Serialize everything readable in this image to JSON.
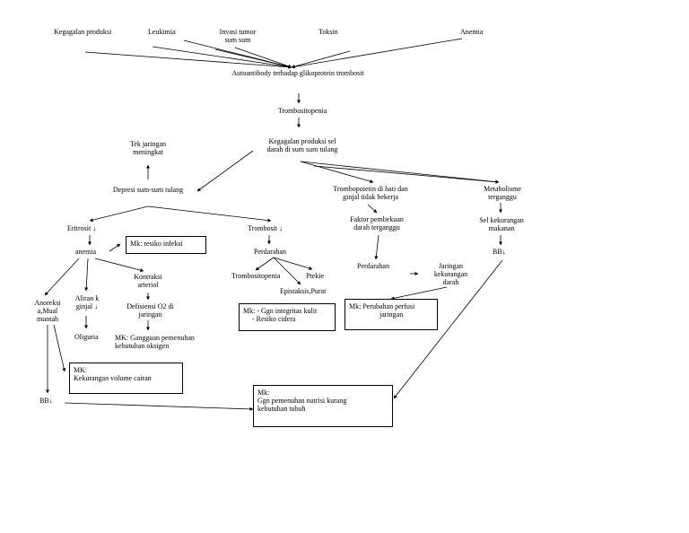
{
  "nodes": {
    "kegagalan_produksi": "Kegagalan produksi",
    "leukimia": "Leukimia",
    "invasi_tumor": [
      "Invasi tumor",
      "sum sum"
    ],
    "toksin": "Toksin",
    "anemia_top": "Anemia",
    "autoantibody": "Autoantibody terhadap glikoprotein trombosit",
    "trombositopenia_main": "Trombositopenia",
    "kegagalan_sel": [
      "Kegagalan produksi sel",
      "darah di sum sum tulang"
    ],
    "tek_jaringan": [
      "Tek jaringan",
      "meningkat"
    ],
    "depresi": "Depresi sum-sum tulang",
    "trombopoietin": [
      "Trombopoietin di hati dan",
      "ginjal tidak bekerja"
    ],
    "metabolisme": [
      "Metabolisme",
      "terganggu"
    ],
    "eritrosit": "Eritrosit ↓",
    "trombosit": "Trombosit ↓",
    "faktor_pembekuan": [
      "Faktor pembekuan",
      "darah terganggu"
    ],
    "sel_kekurangan": [
      "Sel kekurangan",
      "makanan"
    ],
    "anemia_mid": "anemia",
    "perdarahan_left": "Perdarahan",
    "bb_right": "BB↓",
    "trombositopenia_sub": "Trombositopenia",
    "ptekie": "Ptekie",
    "perdarahan_right": "Perdarahan",
    "jaringan_kekurangan": [
      "Jaringan",
      "kekurangan",
      "darah"
    ],
    "kontraksi": [
      "Kontraksi",
      "arteriol"
    ],
    "epistaksis": "Epistaksis,Purat",
    "anoreksia": [
      "Anoreksi",
      "a,Mual",
      "muntah"
    ],
    "aliran_ginjal": [
      "Aliran k",
      "ginjal ↓"
    ],
    "defisiensi": [
      "Defisiensi O2 di",
      "jaringan"
    ],
    "oliguria": "Oliguria",
    "gangguan_o2": [
      "MK: Gangguan pemenuhan",
      "kebutuhan oksigen"
    ],
    "bb_left": "BB↓"
  },
  "boxes": {
    "resiko_infeksi": [
      "Mk: resiko infeksi"
    ],
    "integritas_kulit": [
      "Mk: - Ggn integritas kulit",
      "- Resiko cidera"
    ],
    "perfusi": [
      "Mk: Perubahan perfusi",
      "jaringan"
    ],
    "volume_cairan": [
      "MK:",
      "Kekurangan volume cairan"
    ],
    "nutrisi": [
      "Mk:",
      "Ggn pemenuhan nutrisi kurang",
      "kebutuhan tubuh"
    ]
  }
}
